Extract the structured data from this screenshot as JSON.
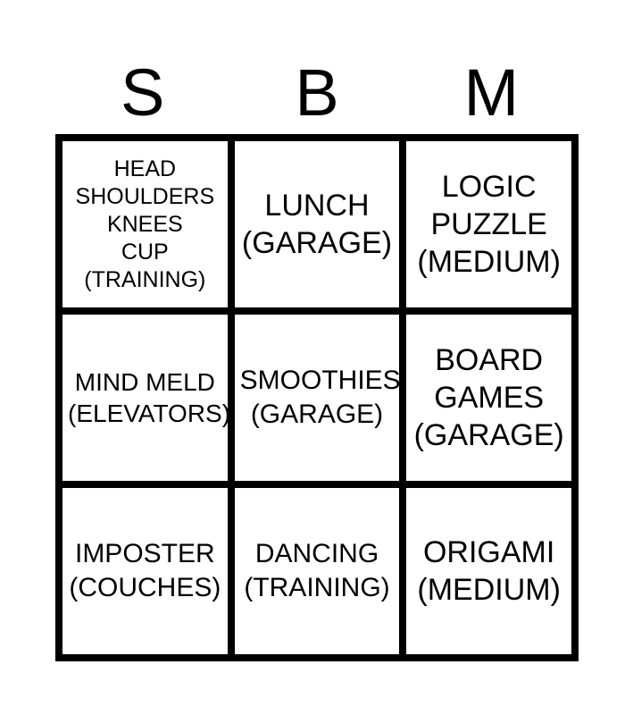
{
  "card": {
    "background_color": "#ffffff",
    "ink_color": "#000000",
    "columns": 3,
    "rows": 3,
    "header_letters": [
      "S",
      "B",
      "M"
    ],
    "cells": [
      {
        "row": 1,
        "column": 1,
        "column_letter": "S",
        "text": "HEAD\nSHOULDERS\nKNEES\nCUP\n(TRAINING)",
        "lines": [
          "HEAD",
          "SHOULDERS",
          "KNEES",
          "CUP",
          "(TRAINING)"
        ],
        "marked": false
      },
      {
        "row": 1,
        "column": 2,
        "column_letter": "B",
        "text": "LUNCH\n(GARAGE)",
        "lines": [
          "LUNCH",
          "(GARAGE)"
        ],
        "marked": false
      },
      {
        "row": 1,
        "column": 3,
        "column_letter": "M",
        "text": "LOGIC\nPUZZLE\n(MEDIUM)",
        "lines": [
          "LOGIC",
          "PUZZLE",
          "(MEDIUM)"
        ],
        "marked": false
      },
      {
        "row": 2,
        "column": 1,
        "column_letter": "S",
        "text": "MIND MELD\n(ELEVATORS)",
        "lines": [
          "MIND MELD",
          "(ELEVATORS)"
        ],
        "marked": false
      },
      {
        "row": 2,
        "column": 2,
        "column_letter": "B",
        "text": "SMOOTHIES\n(GARAGE)",
        "lines": [
          "SMOOTHIES",
          "(GARAGE)"
        ],
        "marked": false
      },
      {
        "row": 2,
        "column": 3,
        "column_letter": "M",
        "text": "BOARD\nGAMES\n(GARAGE)",
        "lines": [
          "BOARD",
          "GAMES",
          "(GARAGE)"
        ],
        "marked": false
      },
      {
        "row": 3,
        "column": 1,
        "column_letter": "S",
        "text": "IMPOSTER\n(COUCHES)",
        "lines": [
          "IMPOSTER",
          "(COUCHES)"
        ],
        "marked": false
      },
      {
        "row": 3,
        "column": 2,
        "column_letter": "B",
        "text": "DANCING\n(TRAINING)",
        "lines": [
          "DANCING",
          "(TRAINING)"
        ],
        "marked": false
      },
      {
        "row": 3,
        "column": 3,
        "column_letter": "M",
        "text": "ORIGAMI\n(MEDIUM)",
        "lines": [
          "ORIGAMI",
          "(MEDIUM)"
        ],
        "marked": false
      }
    ]
  }
}
